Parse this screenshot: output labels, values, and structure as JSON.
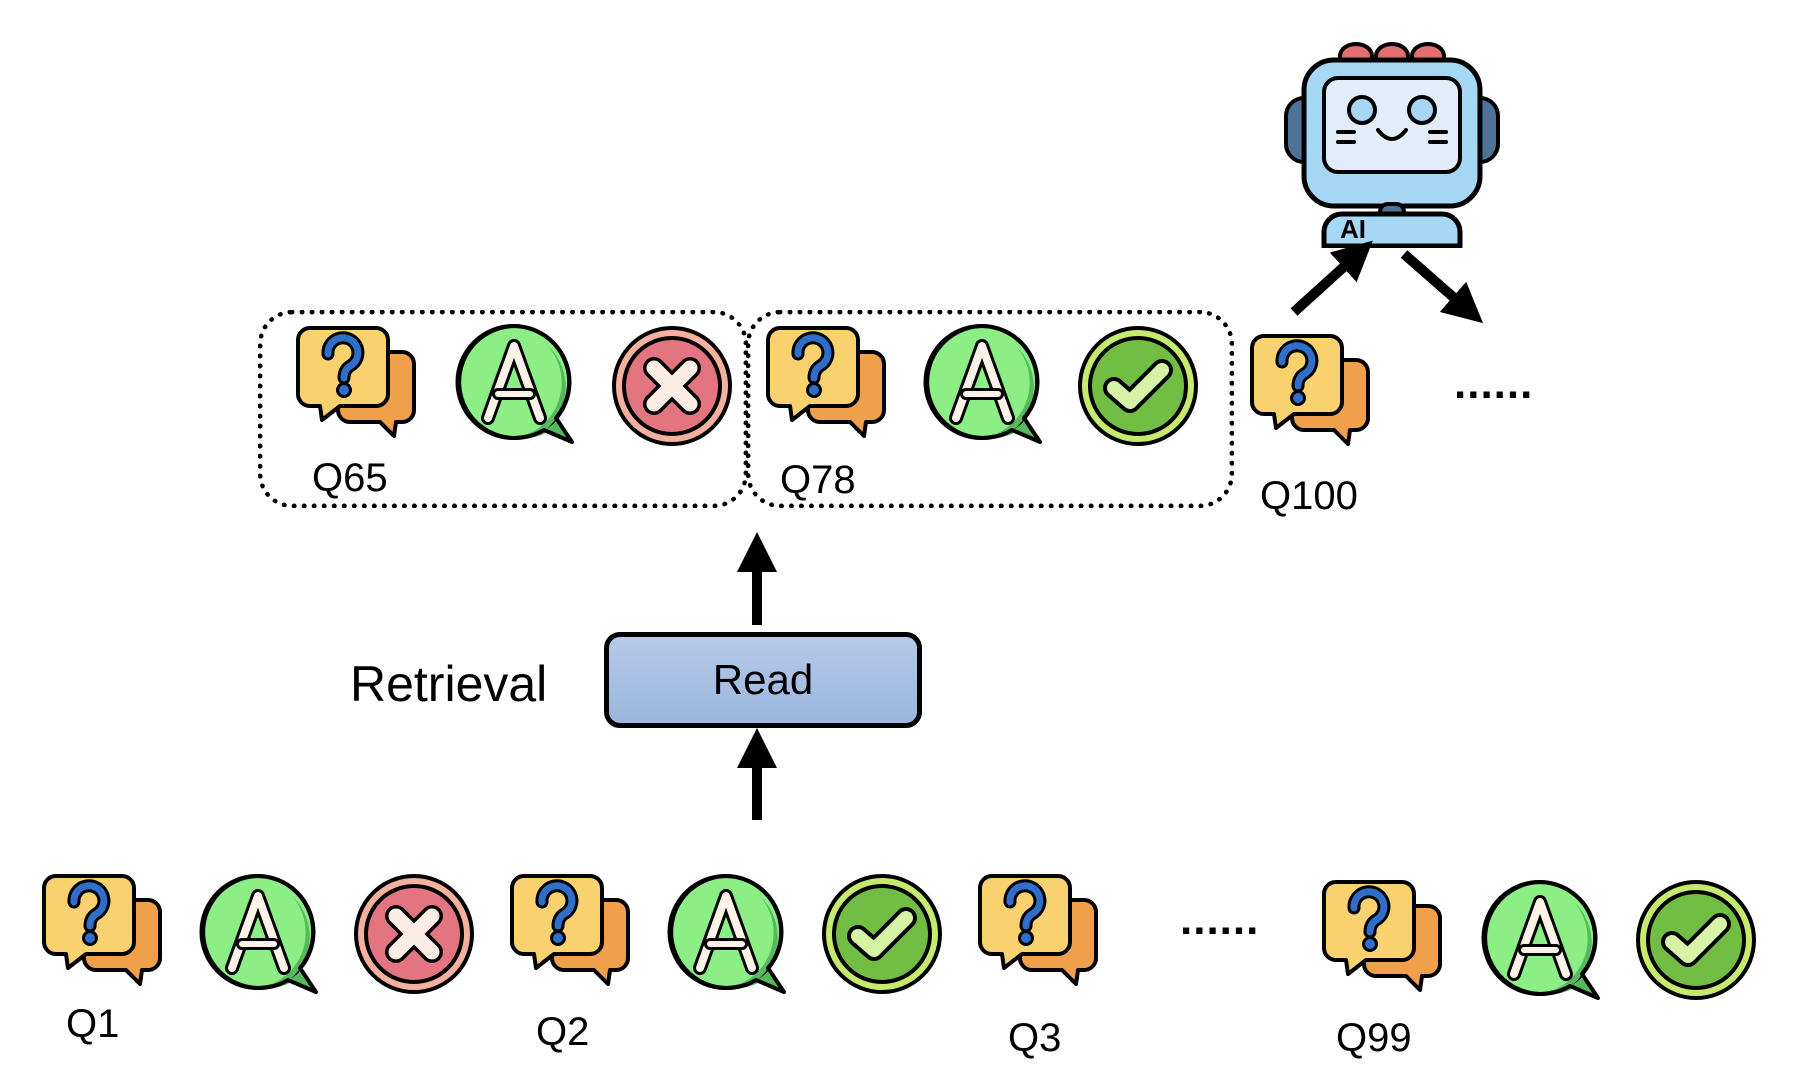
{
  "diagram": {
    "retrieval_label": "Retrieval",
    "read_box_label": "Read",
    "ellipsis": "......",
    "colors": {
      "question_front": "#F9D26F",
      "question_back": "#F0A04B",
      "question_mark": "#2F6FC9",
      "answer_bubble": "#8CEF86",
      "answer_shade": "#56B95C",
      "wrong_fill": "#E27580",
      "wrong_ring": "#F4B29E",
      "correct_fill": "#72BE44",
      "correct_ring": "#C5EA6D",
      "correct_glyph": "#D5F2A5",
      "glyph_light": "#FBF3E8",
      "robot_body": "#A6D8F5",
      "robot_screen": "#E1EEFA",
      "robot_ears": "#4F7396",
      "robot_knobs": "#E26F6F",
      "read_box_top": "#B6CAE8",
      "read_box_bottom": "#9BB6DF"
    },
    "memory_bank": {
      "items": [
        {
          "label": "Q1",
          "answer_icon": "answer-bubble",
          "result": "wrong"
        },
        {
          "label": "Q2",
          "answer_icon": "answer-bubble",
          "result": "correct"
        },
        {
          "label": "Q3",
          "answer_icon": null,
          "result": null
        },
        {
          "label": "Q99",
          "answer_icon": "answer-bubble",
          "result": "correct"
        }
      ]
    },
    "retrieved": {
      "items": [
        {
          "label": "Q65",
          "result": "wrong"
        },
        {
          "label": "Q78",
          "result": "correct"
        }
      ]
    },
    "current_question": {
      "label": "Q100"
    },
    "agent": {
      "badge_text": "AI"
    }
  }
}
